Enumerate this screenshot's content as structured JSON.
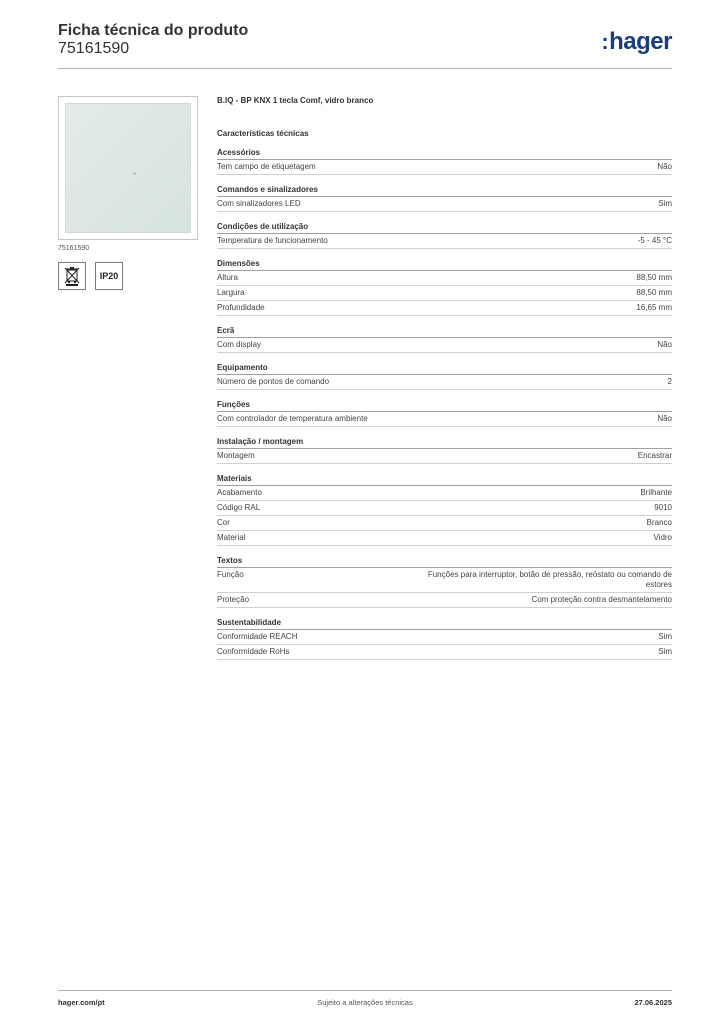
{
  "header": {
    "title": "Ficha técnica do produto",
    "code": "75161590",
    "brand_dots": ":",
    "brand_name": "hager",
    "brand_color": "#1a3d7c"
  },
  "left": {
    "ref": "75161590",
    "badge_ip": "IP20",
    "badge_weee_icon": "weee-crossed-bin-icon"
  },
  "product": {
    "name": "B.IQ - BP KNX 1 tecla Comf, vidro branco",
    "characteristics_heading": "Características técnicas"
  },
  "sections": [
    {
      "title": "Acessórios",
      "rows": [
        {
          "k": "Tem campo de etiquetagem",
          "v": "Não"
        }
      ]
    },
    {
      "title": "Comandos e sinalizadores",
      "rows": [
        {
          "k": "Com sinalizadores LED",
          "v": "Sim"
        }
      ]
    },
    {
      "title": "Condições de utilização",
      "rows": [
        {
          "k": "Temperatura de funcionamento",
          "v": "-5 - 45 °C"
        }
      ]
    },
    {
      "title": "Dimensões",
      "rows": [
        {
          "k": "Altura",
          "v": "88,50 mm"
        },
        {
          "k": "Largura",
          "v": "88,50 mm"
        },
        {
          "k": "Profundidade",
          "v": "16,65 mm"
        }
      ]
    },
    {
      "title": "Ecrã",
      "rows": [
        {
          "k": "Com display",
          "v": "Não"
        }
      ]
    },
    {
      "title": "Equipamento",
      "rows": [
        {
          "k": "Número de pontos de comando",
          "v": "2"
        }
      ]
    },
    {
      "title": "Funções",
      "rows": [
        {
          "k": "Com controlador de temperatura ambiente",
          "v": "Não"
        }
      ]
    },
    {
      "title": "Instalação / montagem",
      "rows": [
        {
          "k": "Montagem",
          "v": "Encastrar"
        }
      ]
    },
    {
      "title": "Materiais",
      "rows": [
        {
          "k": "Acabamento",
          "v": "Brilhante"
        },
        {
          "k": "Código RAL",
          "v": "9010"
        },
        {
          "k": "Cor",
          "v": "Branco"
        },
        {
          "k": "Material",
          "v": "Vidro"
        }
      ]
    },
    {
      "title": "Textos",
      "rows": [
        {
          "k": "Função",
          "v": "Funções para interruptor, botão de pressão, reóstato ou comando de estores"
        },
        {
          "k": "Proteção",
          "v": "Com proteção contra desmantelamento"
        }
      ]
    },
    {
      "title": "Sustentabilidade",
      "rows": [
        {
          "k": "Conformidade REACH",
          "v": "Sim"
        },
        {
          "k": "Conformidade RoHs",
          "v": "Sim"
        }
      ]
    }
  ],
  "footer": {
    "site": "hager.com/pt",
    "note": "Sujeito a alterações técnicas",
    "date": "27.06.2025"
  }
}
